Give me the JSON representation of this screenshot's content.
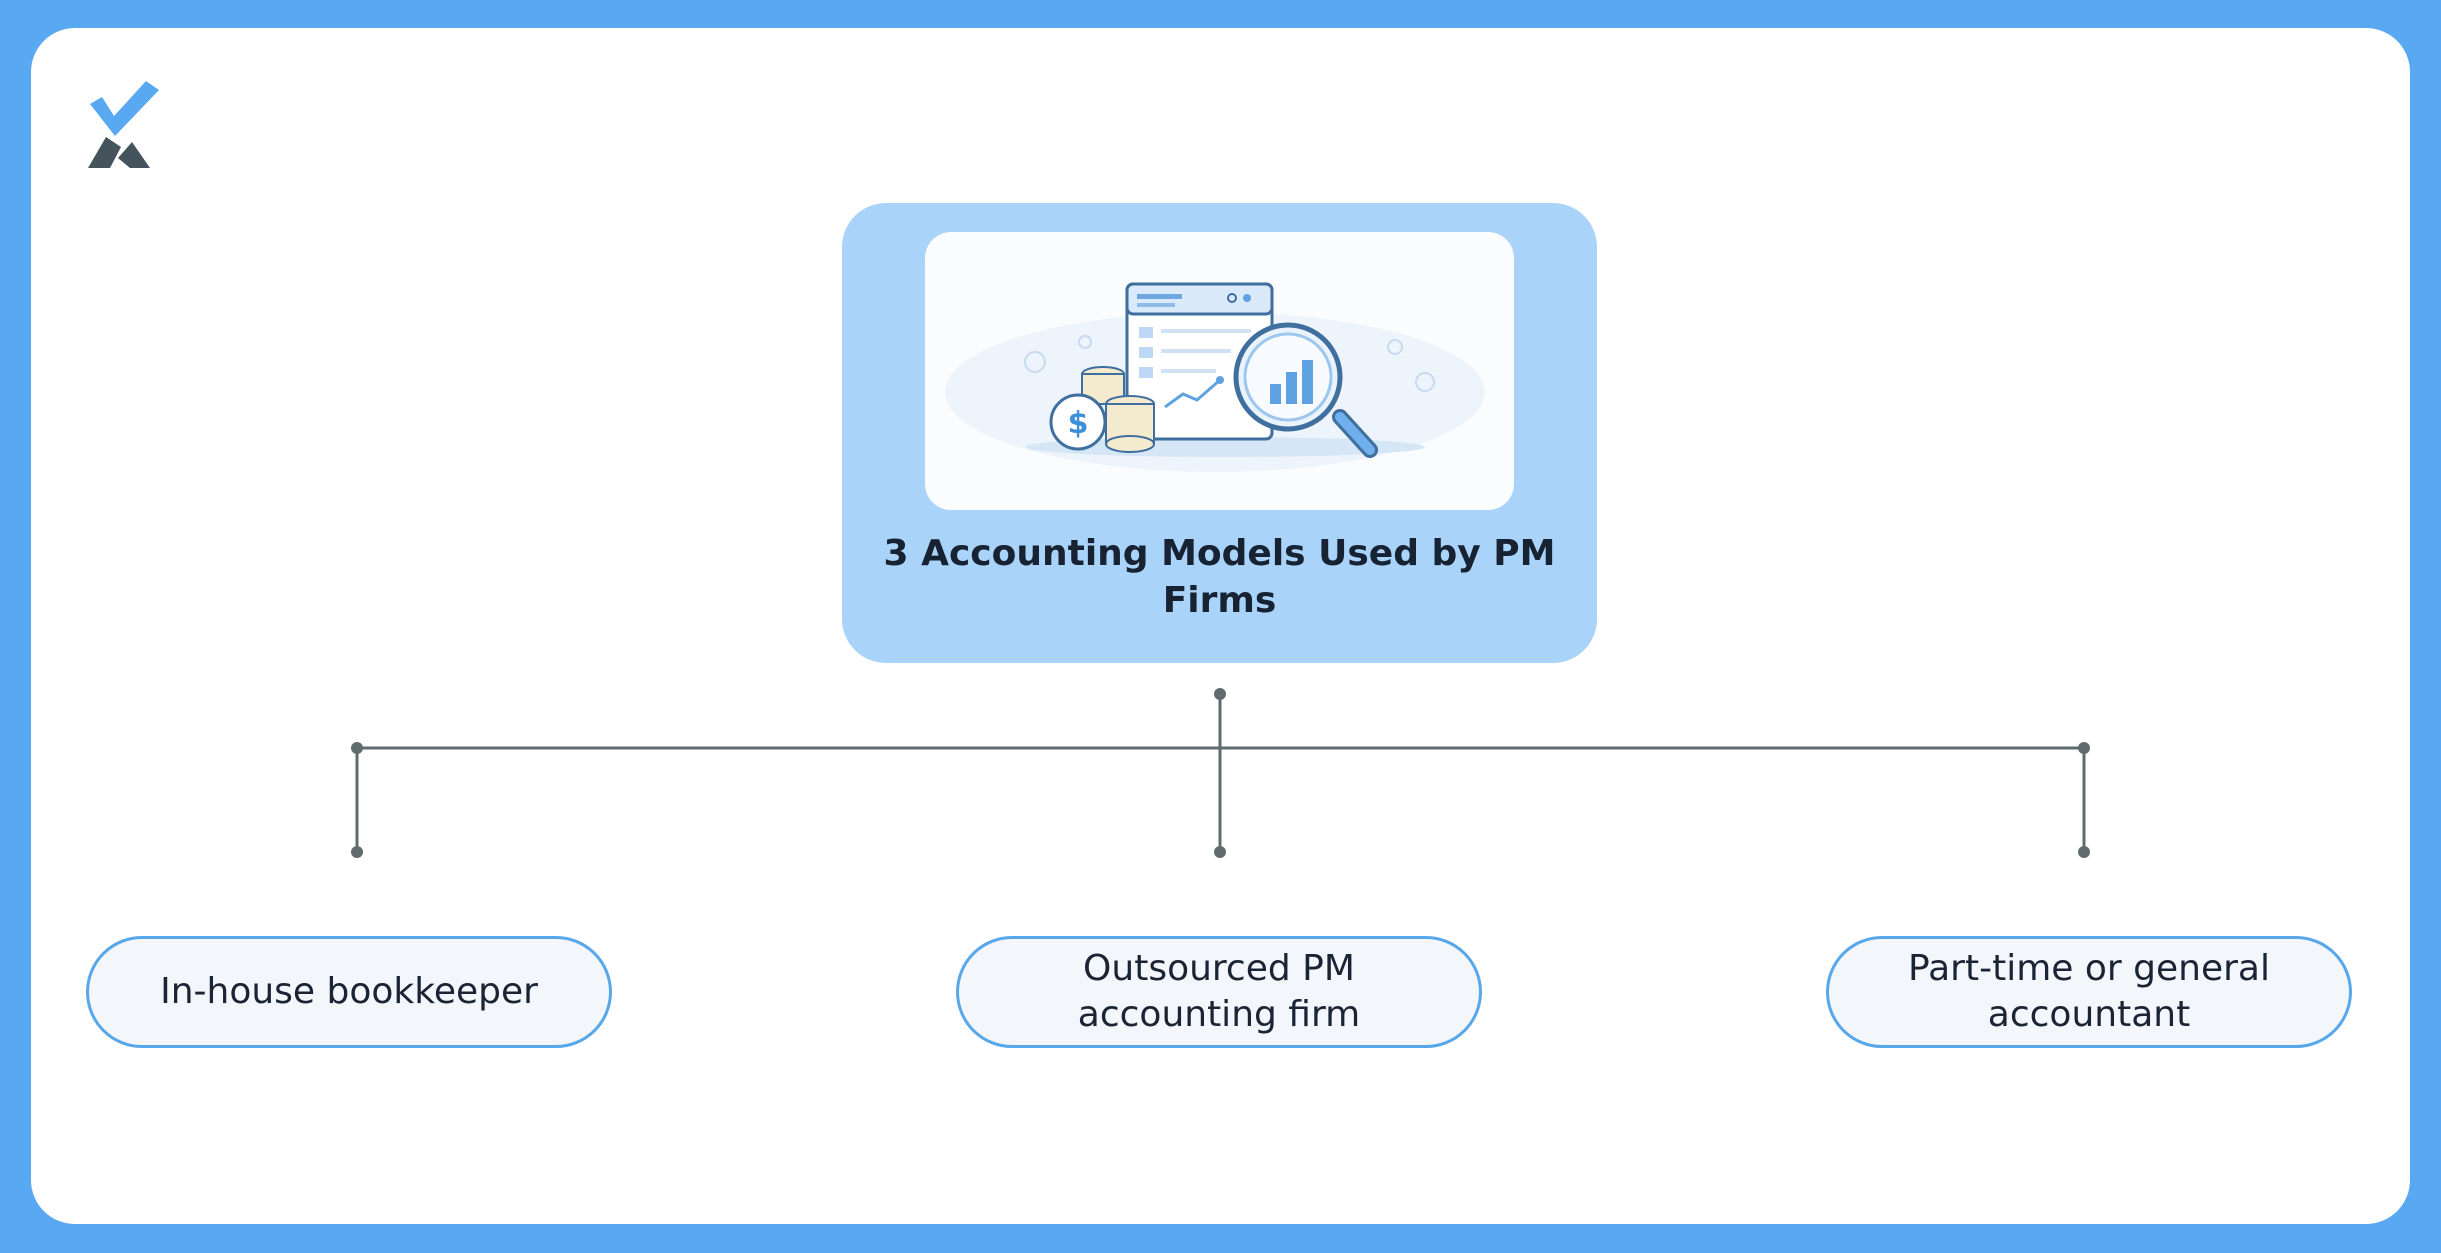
{
  "diagram": {
    "title": "3 Accounting Models Used by PM Firms",
    "children": [
      {
        "label": "In-house bookkeeper"
      },
      {
        "label": "Outsourced PM accounting firm"
      },
      {
        "label": "Part-time or general accountant"
      }
    ]
  },
  "icons": {
    "logo": "checkmark-x-logo",
    "illustration": "accounting-report-magnifier-coins-illustration"
  },
  "colors": {
    "frame": "#58a9f2",
    "central_box": "#a9d3f8",
    "leaf_border": "#57a7ea",
    "connector": "#5f6b6d",
    "text": "#172233"
  }
}
